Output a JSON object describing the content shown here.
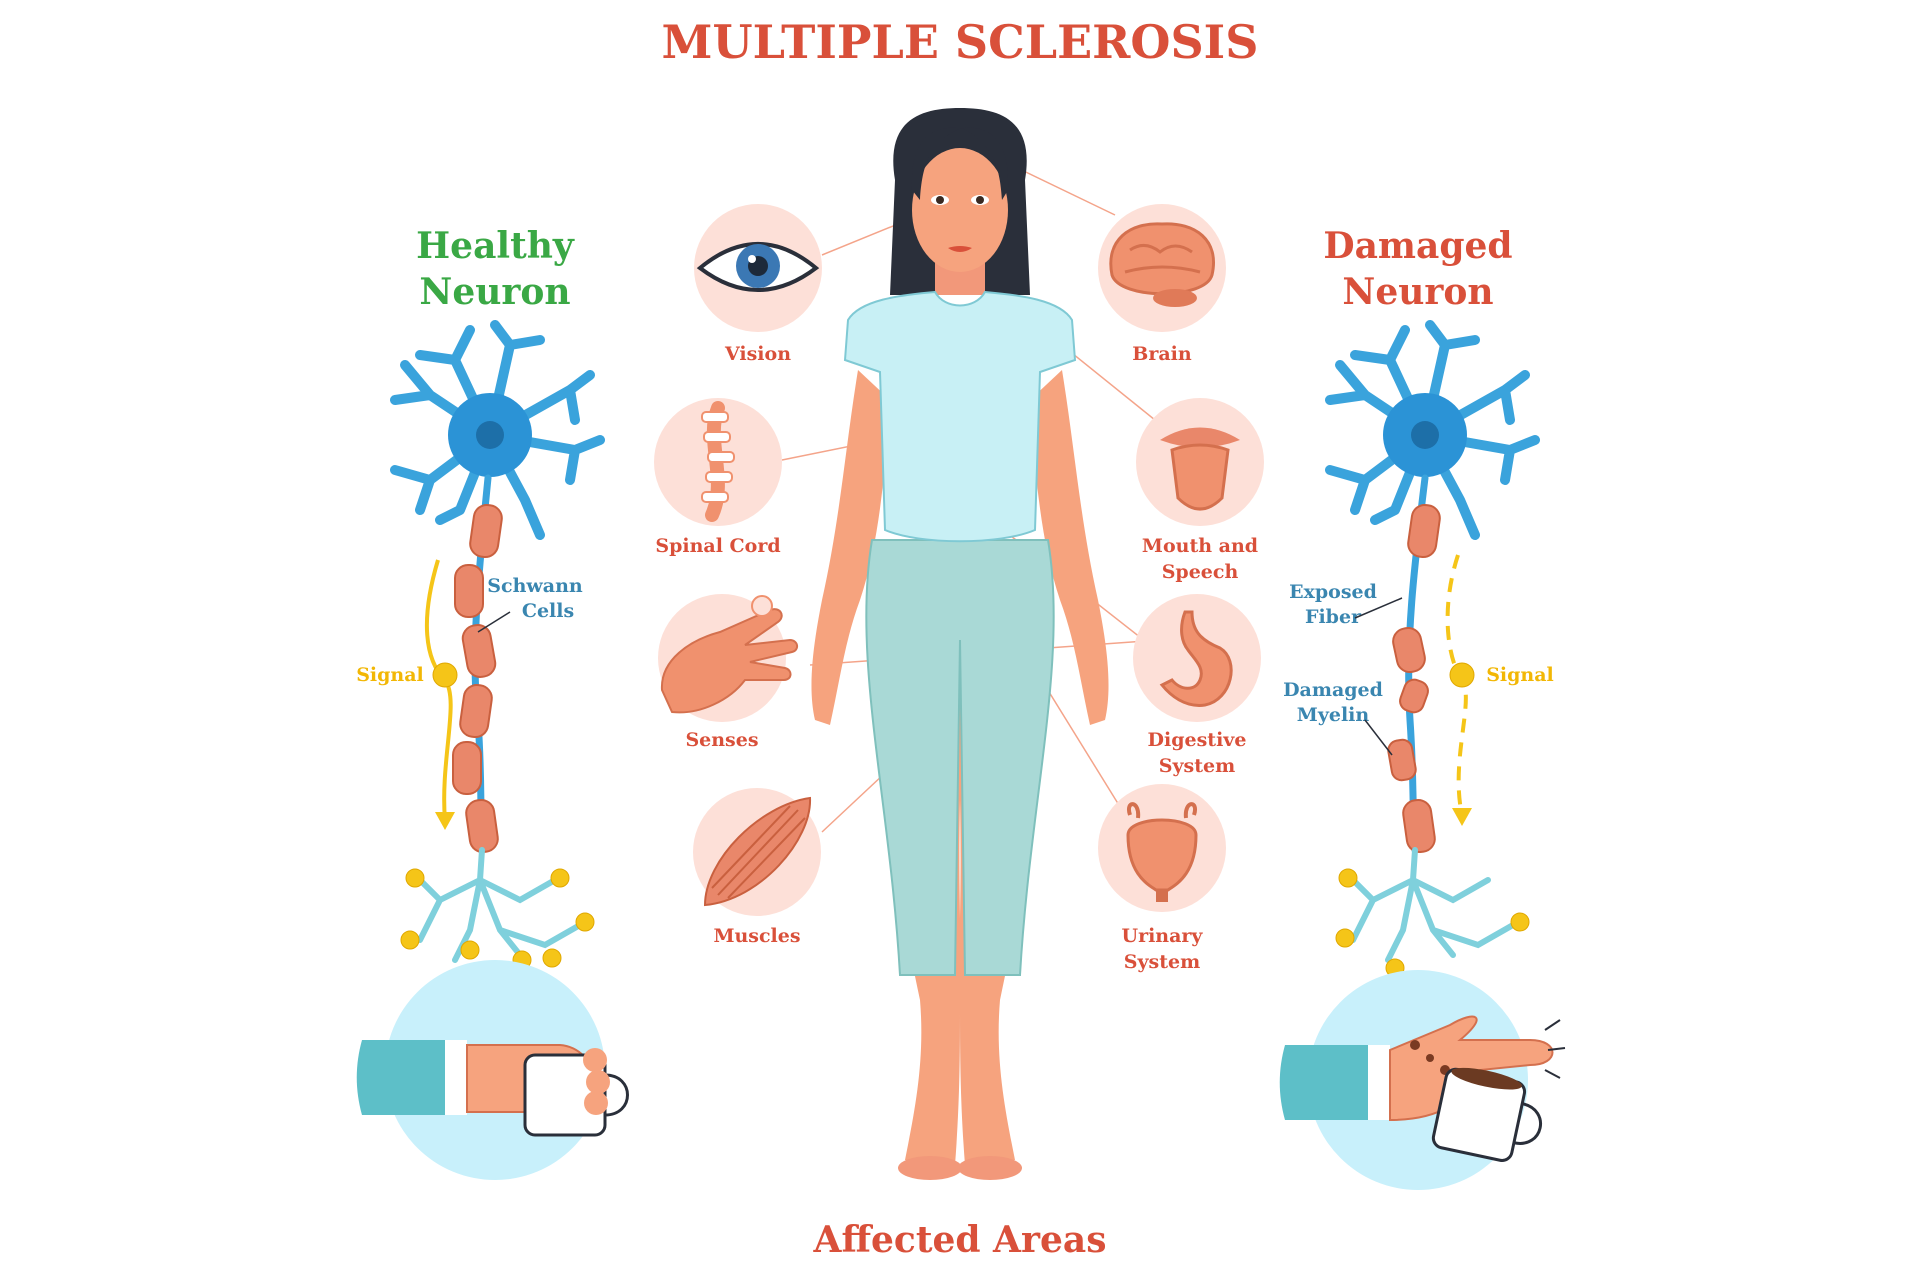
{
  "title": "MULTIPLE SCLEROSIS",
  "footer": "Affected Areas",
  "healthy": {
    "heading_line1": "Healthy",
    "heading_line2": "Neuron",
    "schwann_line1": "Schwann",
    "schwann_line2": "Cells",
    "signal": "Signal"
  },
  "damaged": {
    "heading_line1": "Damaged",
    "heading_line2": "Neuron",
    "exposed_line1": "Exposed",
    "exposed_line2": "Fiber",
    "myelin_line1": "Damaged",
    "myelin_line2": "Myelin",
    "signal": "Signal"
  },
  "areas": {
    "vision": "Vision",
    "brain": "Brain",
    "spinal_cord": "Spinal Cord",
    "mouth_line1": "Mouth and",
    "mouth_line2": "Speech",
    "senses": "Senses",
    "digestive_line1": "Digestive",
    "digestive_line2": "System",
    "muscles": "Muscles",
    "urinary_line1": "Urinary",
    "urinary_line2": "System"
  },
  "colors": {
    "title_red": "#d9503a",
    "healthy_green": "#3aa845",
    "neuron_blue": "#3aa3dc",
    "signal_yellow": "#f2b705",
    "label_blue": "#3a86b0",
    "skin": "#f6a37e",
    "shirt": "#c8f0f5",
    "pants": "#a9d9d6",
    "circle_pink": "#fde0d8"
  }
}
